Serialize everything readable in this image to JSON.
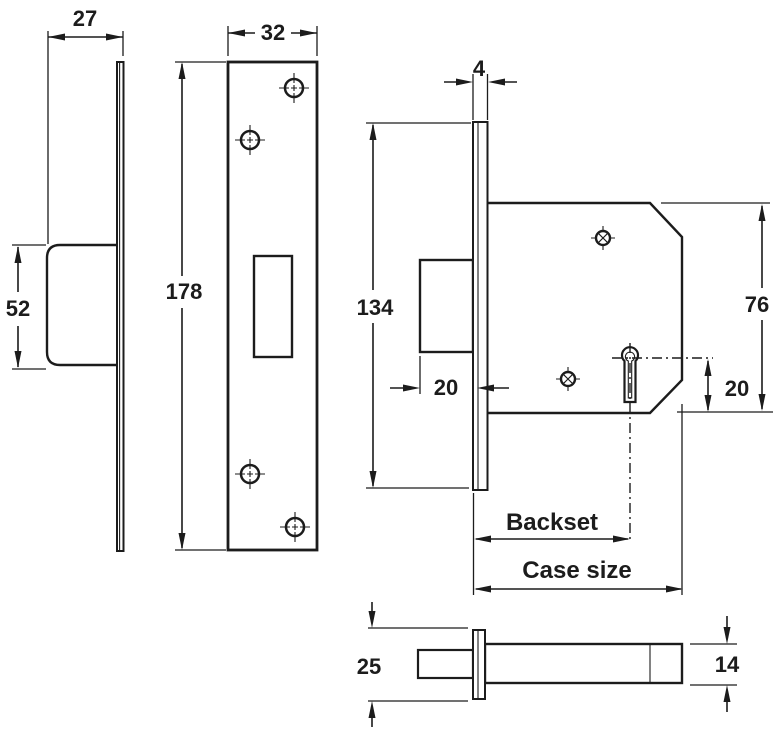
{
  "diagram": {
    "type": "technical-drawing",
    "subject": "mortice deadlock dimension drawing",
    "line_color": "#1c1c1c",
    "background_color": "#ffffff",
    "labels": {
      "left_view": {
        "depth": "27",
        "case_lip": "52"
      },
      "front_view": {
        "width": "32",
        "height": "178"
      },
      "side_view": {
        "plate_thickness": "4",
        "plate_height": "134",
        "bolt_throw": "20",
        "case_height": "76",
        "key_centre": "20",
        "backset": "Backset",
        "case_size": "Case size"
      },
      "bottom_view": {
        "plate_width": "25",
        "case_thickness": "14"
      }
    }
  }
}
